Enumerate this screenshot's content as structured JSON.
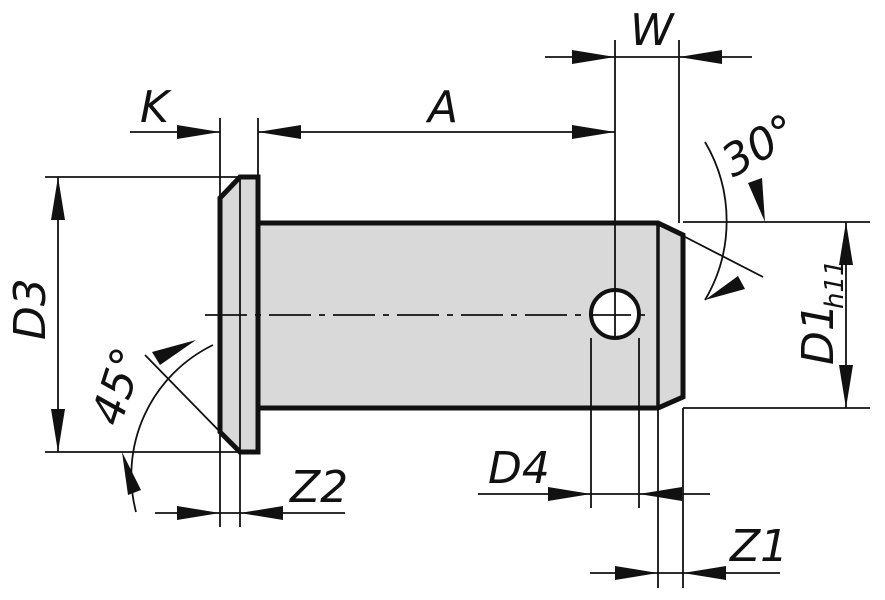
{
  "labels": {
    "w": "W",
    "k": "K",
    "a": "A",
    "d3": "D3",
    "angle_30": "30°",
    "angle_45": "45°",
    "d1": "D1",
    "d1_tolerance": "h11",
    "d4": "D4",
    "z1": "Z1",
    "z2": "Z2"
  }
}
